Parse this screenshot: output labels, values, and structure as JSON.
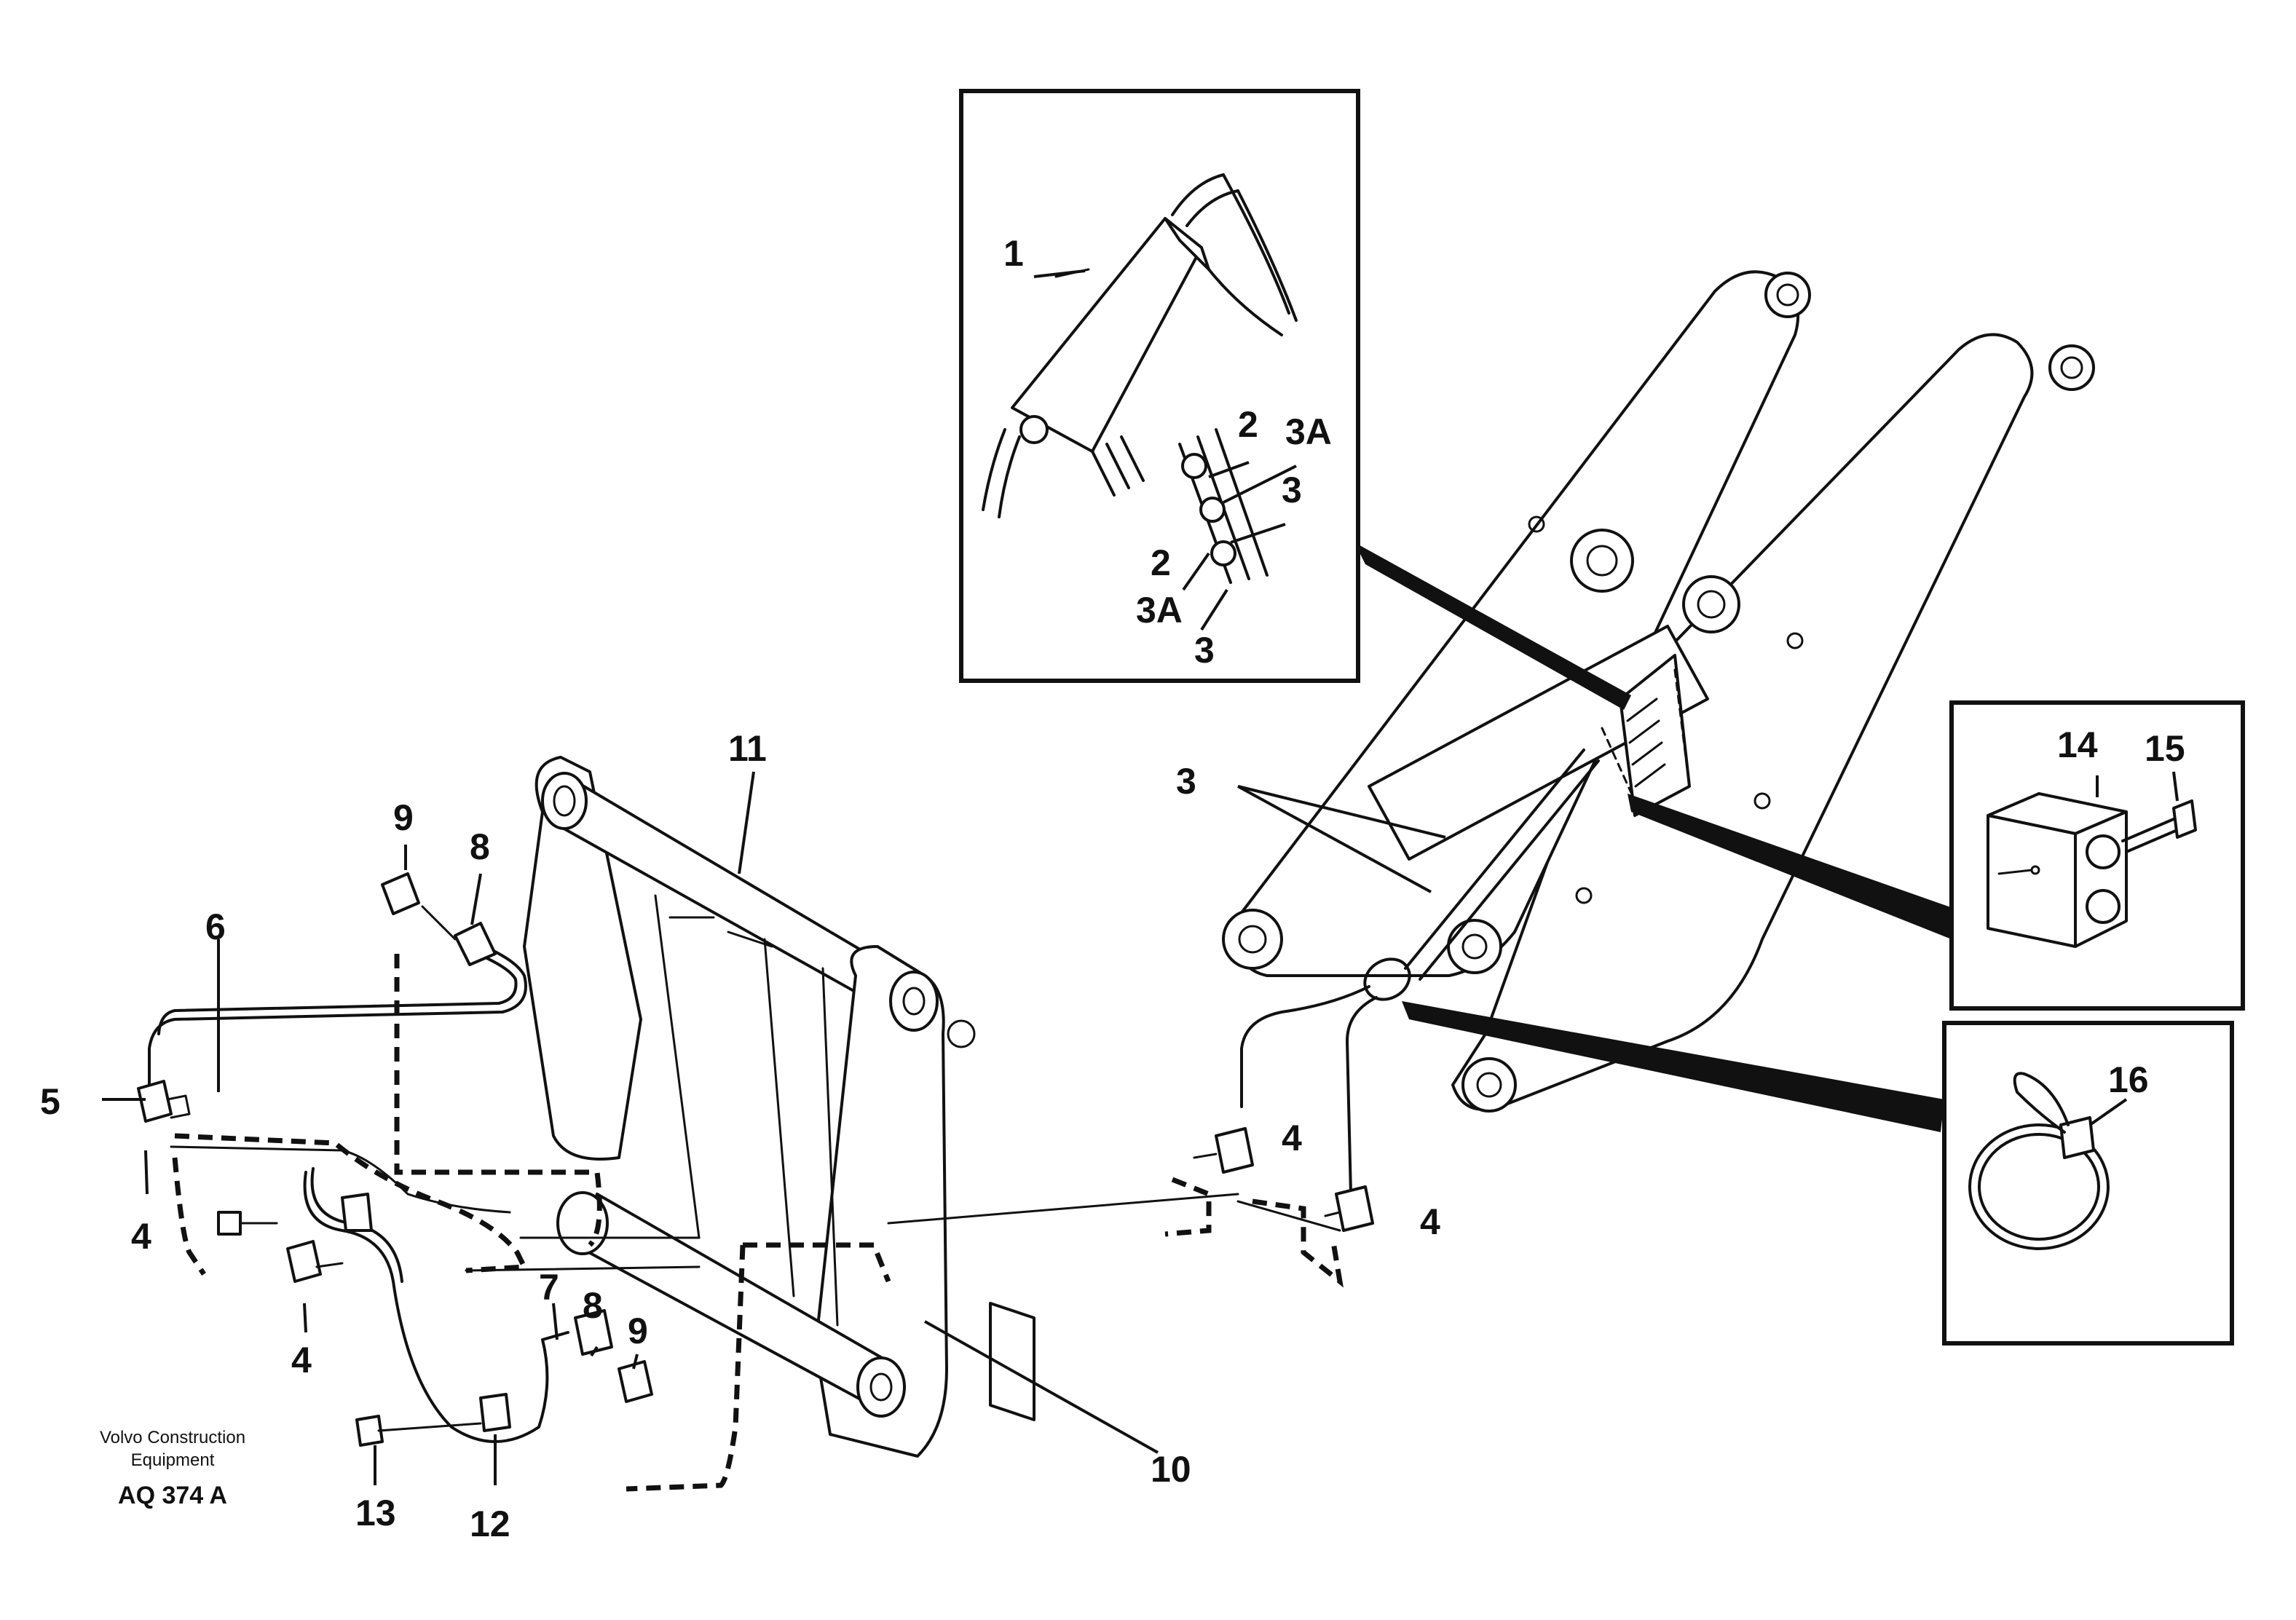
{
  "diagram": {
    "callouts": {
      "c1": "1",
      "c2_top": "2",
      "c3A_top": "3A",
      "c3_top": "3",
      "c2_bottom": "2",
      "c3A_bottom": "3A",
      "c3_bottom": "3",
      "c3_frame": "3",
      "c4_left_a": "4",
      "c4_left_b": "4",
      "c4_mid": "4",
      "c4_right": "4",
      "c5": "5",
      "c6": "6",
      "c7": "7",
      "c8_top": "8",
      "c8_bottom": "8",
      "c9_top": "9",
      "c9_bottom": "9",
      "c10": "10",
      "c11": "11",
      "c12": "12",
      "c13": "13",
      "c14": "14",
      "c15": "15",
      "c16": "16"
    },
    "footer": {
      "company_line1": "Volvo Construction",
      "company_line2": "Equipment",
      "reference": "AQ 374 A"
    }
  }
}
